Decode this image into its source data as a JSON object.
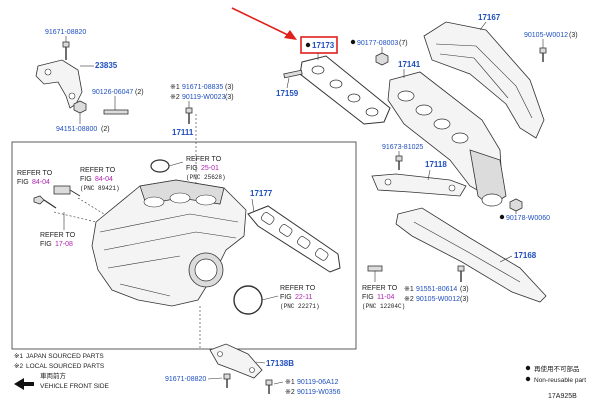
{
  "parts": {
    "p91671_08820_top": "91671-08820",
    "p23835": "23835",
    "p90126_06047": "90126-06047",
    "p90126_qty": "(2)",
    "p94151_08800": "94151-08800",
    "p94151_qty": "(2)",
    "p91671_08835": "91671-08835",
    "p91671_08835_qty": "(3)",
    "p90119_w0023": "90119-W0023",
    "p90119_w0023_qty": "(3)",
    "p17111": "17111",
    "p17159": "17159",
    "p17173": "17173",
    "p90177_08003": "90177-08003",
    "p90177_qty": "(7)",
    "p17141": "17141",
    "p17167": "17167",
    "p90105_w0012_top": "90105-W0012",
    "p90105_top_qty": "(3)",
    "p91673_81025": "91673-81025",
    "p17118": "17118",
    "p17177": "17177",
    "p90178_w0060": "90178-W0060",
    "p17168": "17168",
    "p91551_80614": "91551-80614",
    "p91551_qty": "(3)",
    "p90105_w0012_bot": "90105-W0012",
    "p90105_bot_qty": "(3)",
    "p17138b": "17138B",
    "p91671_08820_bot": "91671-08820",
    "p90119_06a12": "90119-06A12",
    "p90119_w0356": "90119-W0356"
  },
  "markers": {
    "m1": "※1",
    "m2": "※2"
  },
  "refs": {
    "ref1_title": "REFER TO",
    "ref1_fig_label": "FIG",
    "ref1_fig": "84-04",
    "ref2_title": "REFER TO",
    "ref2_fig_label": "FIG",
    "ref2_fig": "84-04",
    "ref2_pnc": "(PNC 89421)",
    "ref3_title": "REFER TO",
    "ref3_fig_label": "FIG",
    "ref3_fig": "17-08",
    "ref4_title": "REFER TO",
    "ref4_fig_label": "FIG",
    "ref4_fig": "25-01",
    "ref4_pnc": "(PNC 25628)",
    "ref5_title": "REFER TO",
    "ref5_fig_label": "FIG",
    "ref5_fig": "22-11",
    "ref5_pnc": "(PNC 22271)",
    "ref6_title": "REFER TO",
    "ref6_fig_label": "FIG",
    "ref6_fig": "11-04",
    "ref6_pnc": "(PNC 12204C)"
  },
  "legend": {
    "l1_marker": "※1",
    "l1": "JAPAN SOURCED PARTS",
    "l2_marker": "※2",
    "l2": "LOCAL SOURCED PARTS",
    "l3": "車両前方",
    "l4": "VEHICLE FRONT SIDE",
    "r1": "再使用不可部品",
    "r2": "Non-reusable part"
  },
  "footer": {
    "code": "17A925B"
  },
  "colors": {
    "highlight": "#e0201c",
    "part_number": "#1f4fbf",
    "fig_reference": "#b01fb0"
  }
}
